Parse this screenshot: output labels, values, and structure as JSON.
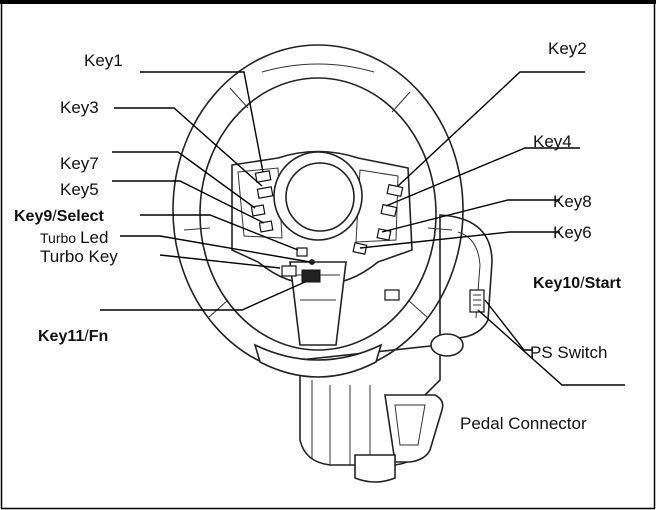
{
  "diagram": {
    "labels": {
      "key1": "Key1",
      "key2": "Key2",
      "key3": "Key3",
      "key4": "Key4",
      "key7": "Key7",
      "key5": "Key5",
      "key8": "Key8",
      "key6": "Key6",
      "key9_a": "Key9",
      "key9_sep": "/",
      "key9_b": "Select",
      "turbo_led_small": "Turbo",
      "turbo_led_big": "Led",
      "turbo_key": "Turbo Key",
      "key10_a": "Key10",
      "key10_sep": "/",
      "key10_b": "Start",
      "key11_a": "Key11",
      "key11_sep": "/",
      "key11_b": "Fn",
      "ps_switch": "PS Switch",
      "pedal_connector": "Pedal Connector"
    }
  }
}
